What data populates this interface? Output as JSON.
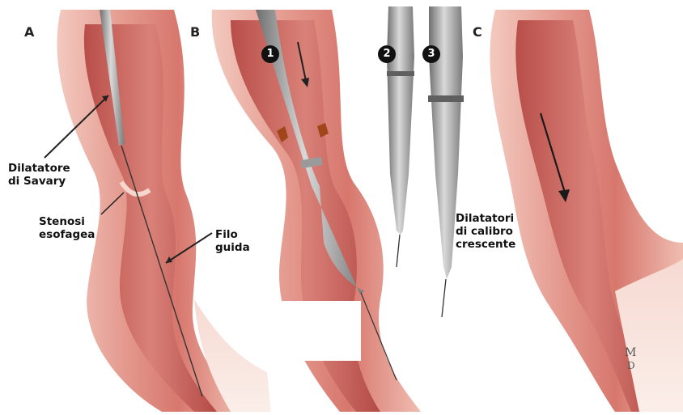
{
  "panels": {
    "a": "A",
    "b": "B",
    "c": "C"
  },
  "labels": {
    "dilatatore": "Dilatatore\ndi Savary",
    "stenosi": "Stenosi\nesofagea",
    "filo": "Filo\nguida",
    "dilatatori": "Dilatatori\ndi calibro\ncrescente"
  },
  "markers": [
    "1",
    "2",
    "3"
  ],
  "colors": {
    "tissue_outer": "#e9a59a",
    "tissue_wall": "#f2c7bb",
    "lumen": "#c65e57",
    "instrument": "#8a8a8a",
    "arrow": "#1a1a1a",
    "ulcer": "#a0461a"
  }
}
